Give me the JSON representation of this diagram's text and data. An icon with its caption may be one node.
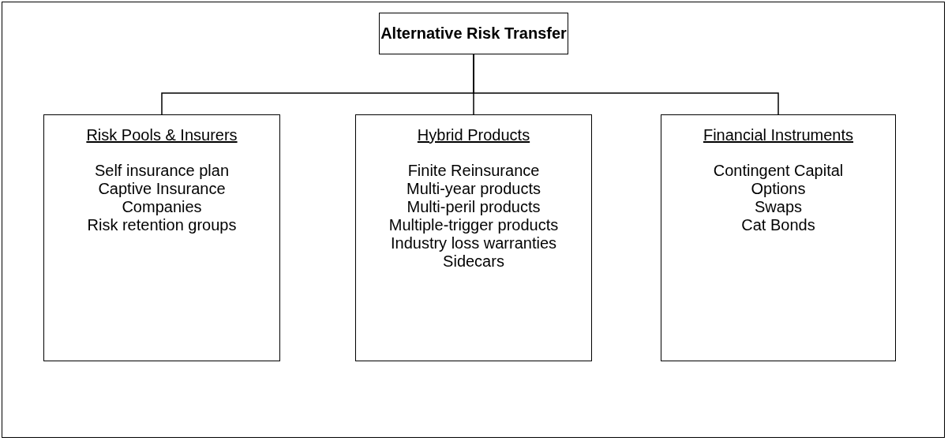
{
  "diagram": {
    "nodes": [
      {
        "text": [
          "Alternative Risk Transfer"
        ]
      },
      {
        "text": [
          "Risk Pools & Insurers",
          "Self insurance plan",
          "Captive Insurance Companies",
          "Risk retention groups"
        ]
      },
      {
        "text": [
          "Hybrid Products",
          "Finite Reinsurance",
          "Multi-year products",
          "Multi-peril products",
          "Multiple-trigger products",
          "Industry loss warranties",
          "Sidecars"
        ]
      },
      {
        "text": [
          "Financial Instruments",
          "Contingent Capital",
          "Options",
          "Swaps",
          "Cat Bonds"
        ]
      }
    ],
    "edges": [
      {
        "from": 0,
        "to": 1,
        "arrow": "none"
      },
      {
        "from": 0,
        "to": 2,
        "arrow": "none"
      },
      {
        "from": 0,
        "to": 3,
        "arrow": "none"
      }
    ]
  }
}
